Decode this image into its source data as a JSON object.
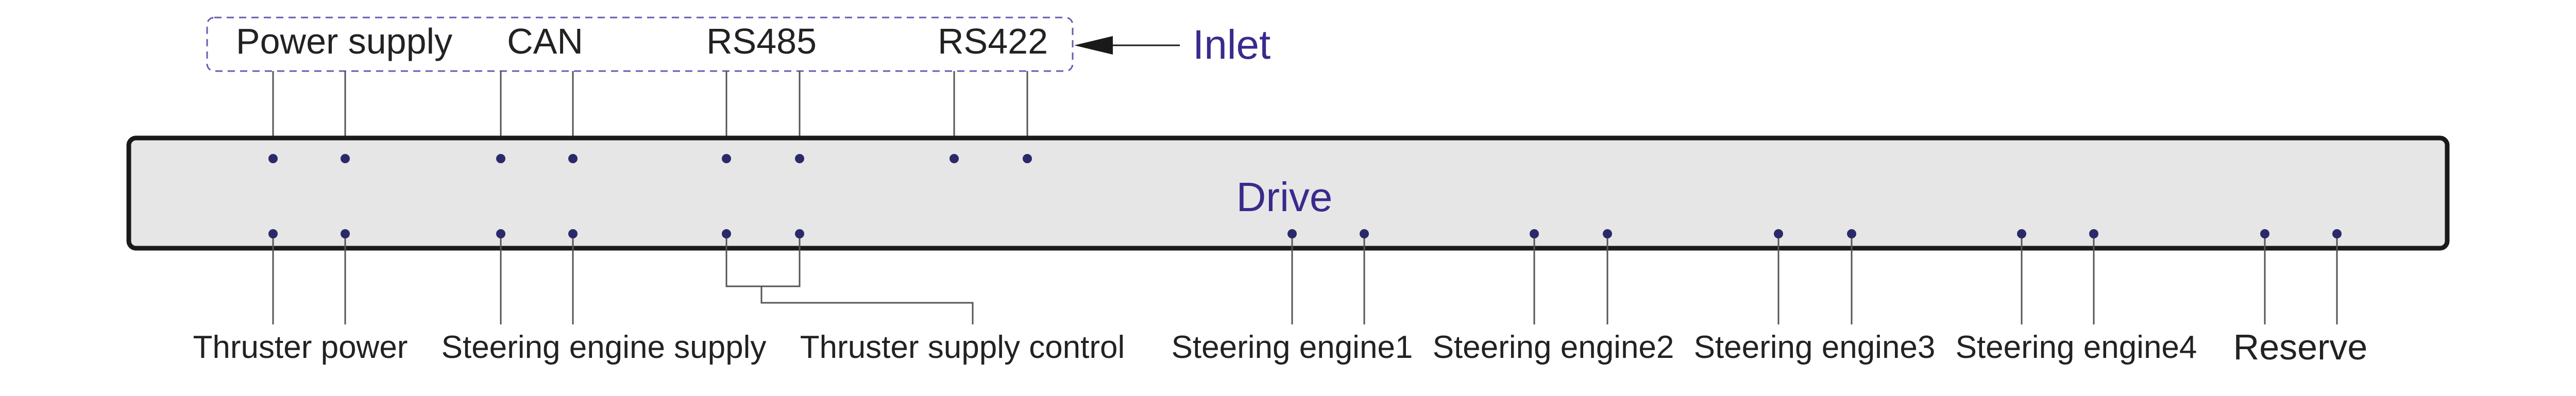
{
  "inlet": {
    "label": "Inlet",
    "ports": [
      "Power supply",
      "CAN",
      "RS485",
      "RS422"
    ]
  },
  "drive": {
    "label": "Drive"
  },
  "outputs": [
    "Thruster power",
    "Steering engine supply",
    "Thruster supply control",
    "Steering engine1",
    "Steering engine2",
    "Steering engine3",
    "Steering engine4",
    "Reserve"
  ],
  "colors": {
    "accent": "#3a2a8c",
    "pin": "#2a2a6a",
    "line": "#555555",
    "box_fill": "#e6e6e6",
    "box_stroke": "#1a1a1a",
    "dash": "#6a5ab0"
  }
}
